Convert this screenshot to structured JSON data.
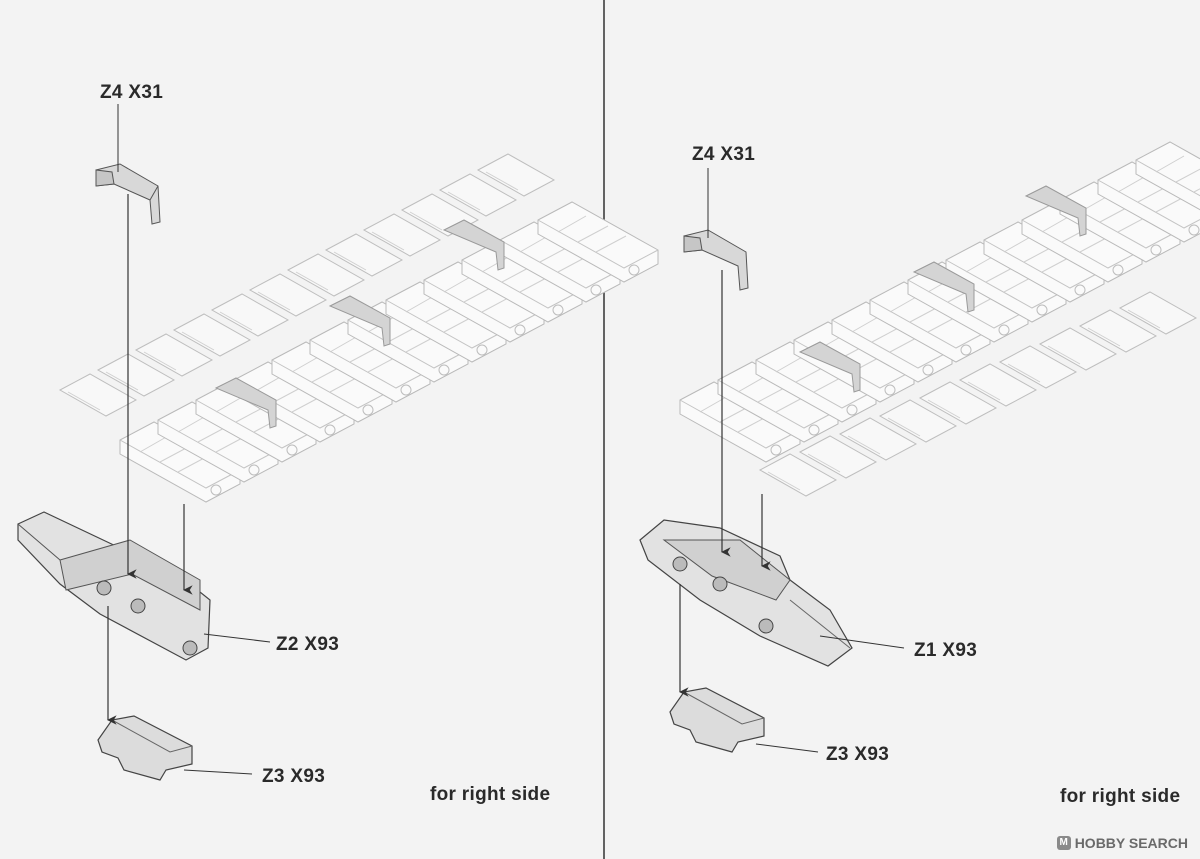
{
  "left_panel": {
    "top_part_label": "Z4 X31",
    "main_link_label": "Z2 X93",
    "pad_label": "Z3 X93",
    "side_label": "for right side"
  },
  "right_panel": {
    "top_part_label": "Z4 X31",
    "main_link_label": "Z1 X93",
    "pad_label": "Z3 X93",
    "side_label": "for right side"
  },
  "watermark": {
    "badge": "M",
    "text": "HOBBY SEARCH"
  },
  "colors": {
    "background": "#f3f3f3",
    "line": "#333333",
    "part_fill": "#d8d8d8",
    "ghost_track": "#bdbdbd"
  }
}
